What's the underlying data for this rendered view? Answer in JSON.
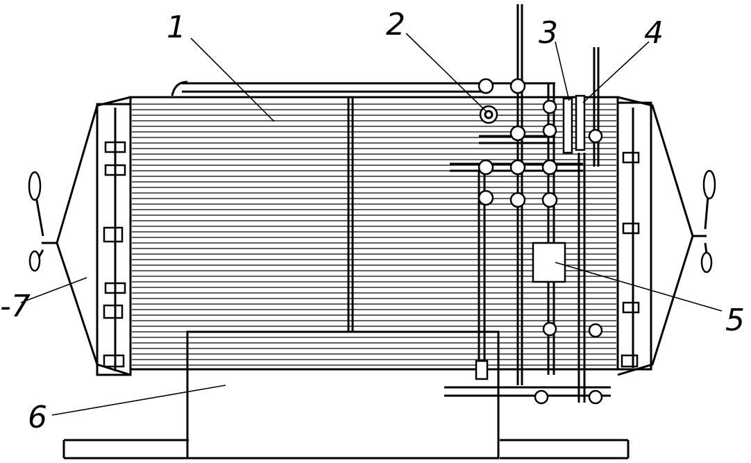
{
  "callouts": {
    "c1": "1",
    "c2": "2",
    "c3": "3",
    "c4": "4",
    "c5": "5",
    "c6": "6",
    "c7": "-7"
  }
}
